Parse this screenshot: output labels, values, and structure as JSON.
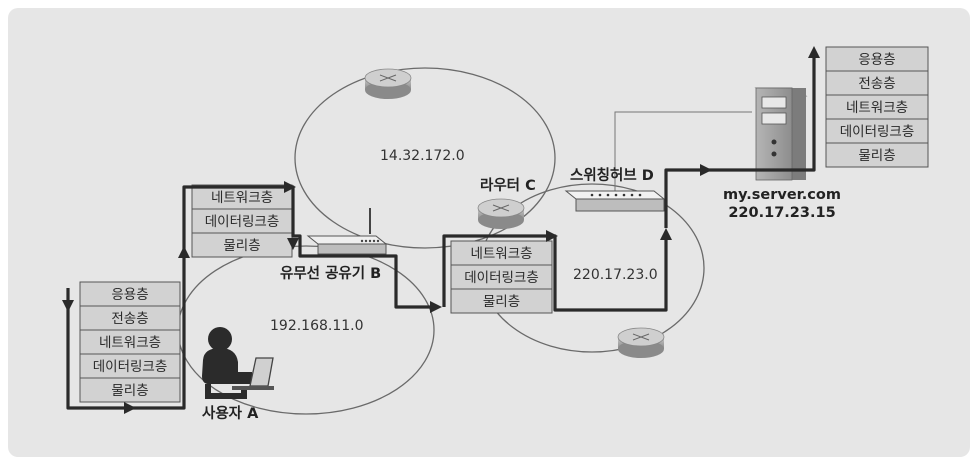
{
  "hosts": {
    "user": {
      "label": "사용자 A",
      "stack": [
        "응용층",
        "전송층",
        "네트워크층",
        "데이터링크층",
        "물리층"
      ]
    },
    "router_b": {
      "label": "유무선 공유기 B",
      "stack": [
        "네트워크층",
        "데이터링크층",
        "물리층"
      ]
    },
    "router_c": {
      "label": "라우터 C",
      "stack": [
        "네트워크층",
        "데이터링크층",
        "물리층"
      ]
    },
    "switch_d": {
      "label": "스위칭허브 D"
    },
    "server": {
      "name": "my.server.com",
      "ip": "220.17.23.15",
      "stack": [
        "응용층",
        "전송층",
        "네트워크층",
        "데이터링크층",
        "물리층"
      ]
    }
  },
  "networks": {
    "lan": "192.168.11.0",
    "wan": "14.32.172.0",
    "server_net": "220.17.23.0"
  },
  "colors": {
    "background": "#e6e6e6",
    "cell": "#d2d2d2",
    "cell_border": "#555555",
    "path": "#2a2a2a"
  }
}
